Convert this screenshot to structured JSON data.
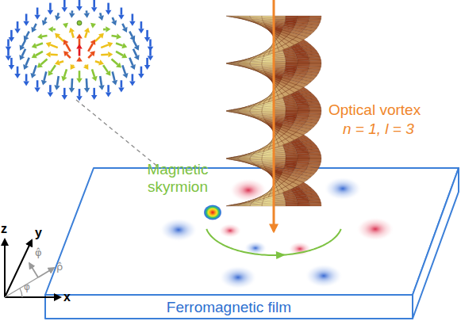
{
  "diagram": {
    "nodes": [
      {
        "text": [
          "Ferromagnetic film"
        ]
      }
    ],
    "labels": [
      "Magnetic skyrmion",
      "Optical vortex",
      "n = 1, l = 3",
      "z",
      "y",
      "x",
      "φ̂",
      "ρ̂",
      "φ"
    ]
  }
}
